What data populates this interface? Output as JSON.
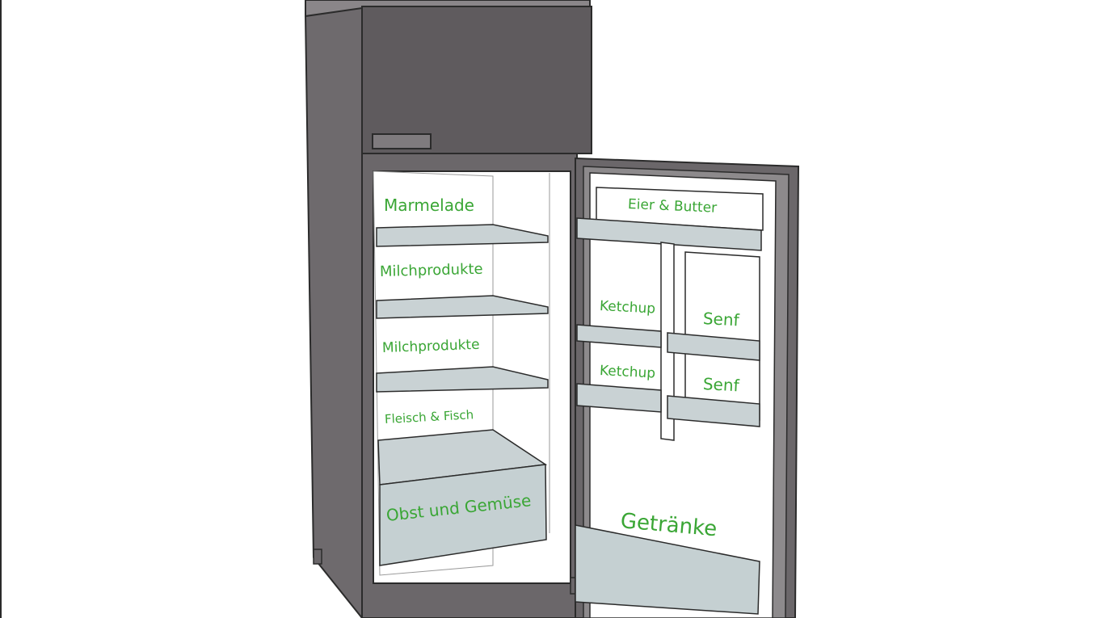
{
  "colors": {
    "label_green": "#3aa635",
    "body_dark": "#5f5b5e",
    "body_side": "#6b676a",
    "interior": "#ffffff",
    "shelf": "#c9d2d4",
    "crisper": "#c5d0d2",
    "outline": "#2b2b2b"
  },
  "fridge": {
    "compartments": {
      "top_shelf": "Marmelade",
      "second_shelf": "Milchprodukte",
      "third_shelf": "Milchprodukte",
      "fourth_shelf": "Fleisch & Fisch",
      "crisper_drawer": "Obst und Gemüse"
    },
    "door": {
      "top_bin": "Eier & Butter",
      "left_upper_bin": "Ketchup",
      "left_lower_bin": "Ketchup",
      "right_upper_bin": "Senf",
      "right_lower_bin": "Senf",
      "bottom_bin": "Getränke"
    }
  }
}
